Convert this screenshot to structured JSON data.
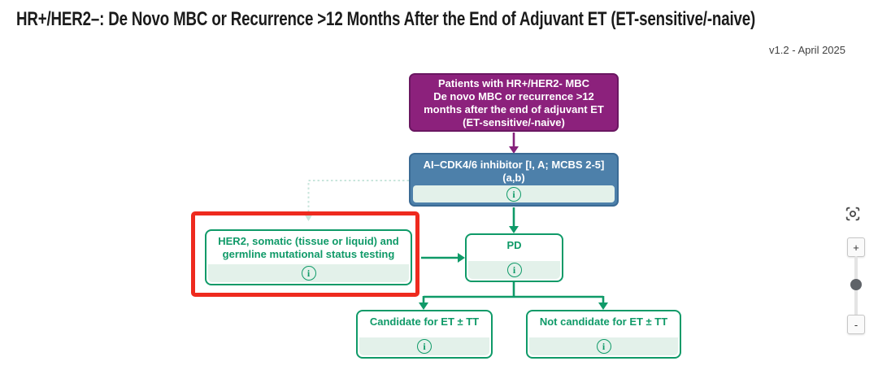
{
  "header": {
    "title": "HR+/HER2–: De Novo MBC or Recurrence >12 Months After the End of Adjuvant ET (ET-sensitive/-naive)",
    "version": "v1.2 - April 2025"
  },
  "colors": {
    "purple_node": "#8C217C",
    "purple_border": "#6A1761",
    "blue_node": "#4D80AA",
    "blue_border": "#3A6A94",
    "green": "#0F9A68",
    "footer_bg": "#E3F1EA",
    "highlight_red": "#EE2A1E",
    "dotted_line": "#C9E6DC"
  },
  "flowchart": {
    "nodes": {
      "patients": {
        "lines": [
          "Patients with HR+/HER2- MBC",
          "De novo MBC or recurrence >12",
          "months after the end of adjuvant ET",
          "(ET-sensitive/-naive)"
        ]
      },
      "ai_cdk46": {
        "lines": [
          "AI–CDK4/6 inhibitor [I, A; MCBS 2-5]",
          "(a,b)"
        ],
        "has_info": true
      },
      "testing": {
        "lines": [
          "HER2, somatic (tissue or liquid) and",
          "germline mutational status testing"
        ],
        "has_info": true,
        "highlighted": true
      },
      "pd": {
        "label": "PD",
        "has_info": true
      },
      "candidate": {
        "label": "Candidate for ET ± TT",
        "has_info": true
      },
      "not_candidate": {
        "label": "Not candidate for ET ± TT",
        "has_info": true
      }
    }
  },
  "icons": {
    "info_glyph": "i"
  },
  "zoom_controls": {
    "zoom_in_label": "+",
    "zoom_out_label": "-"
  }
}
